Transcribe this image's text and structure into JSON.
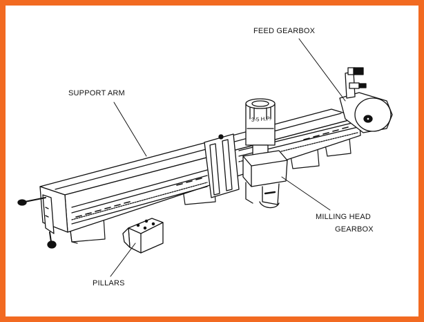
{
  "colors": {
    "border": "#f26a21",
    "ink": "#111111",
    "background": "#ffffff"
  },
  "labels": {
    "feed_gearbox": "FEED GEARBOX",
    "support_arm": "SUPPORT ARM",
    "milling_head_line1": "MILLING HEAD",
    "milling_head_line2": "GEARBOX",
    "pillars": "PILLARS",
    "motor_rating": "3-5 H.P."
  }
}
